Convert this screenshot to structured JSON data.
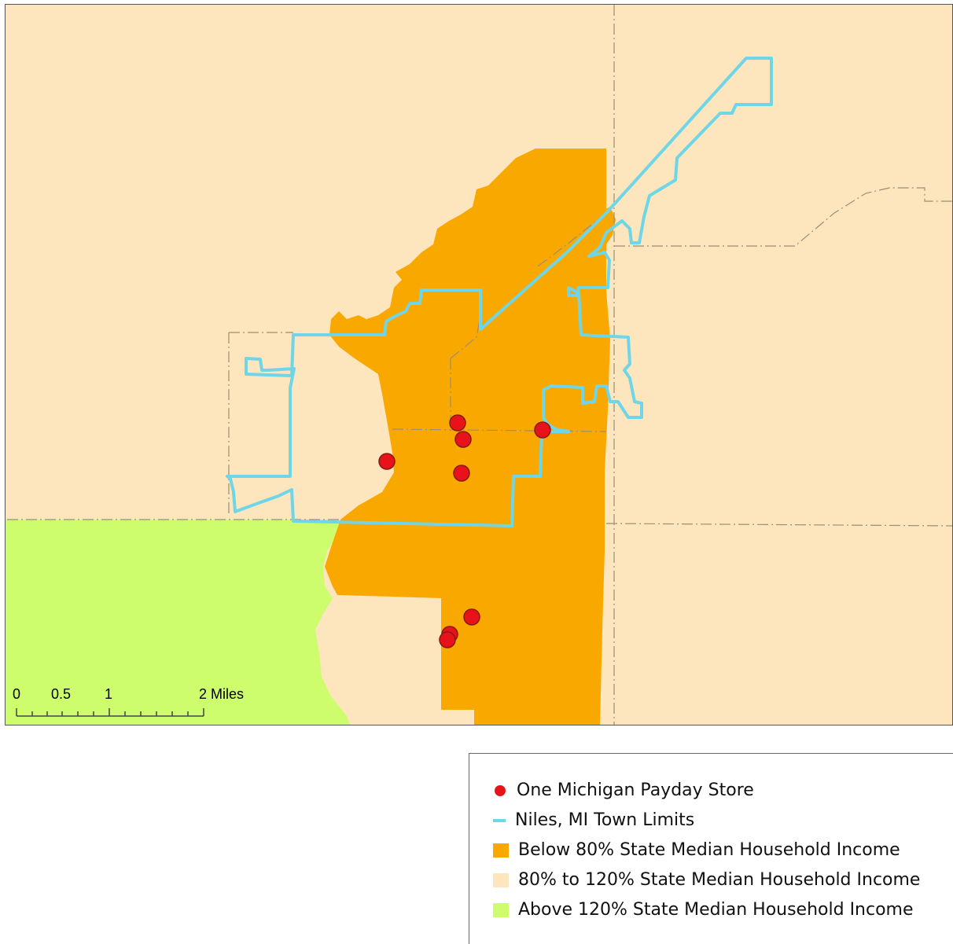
{
  "map": {
    "scale_bar": {
      "labels": [
        "0",
        "0.5",
        "1",
        "2 Miles"
      ]
    },
    "colors": {
      "below_80": "#f9a800",
      "mid_80_120": "#fde5bd",
      "above_120": "#cdfd6c",
      "town_limits": "#6fd6e8",
      "store": "#e8131a"
    },
    "store_count": 8
  },
  "legend": {
    "items": [
      {
        "label": "One Michigan Payday Store",
        "symbol": "dot",
        "color": "#e8131a"
      },
      {
        "label": "Niles, MI Town Limits",
        "symbol": "line",
        "color": "#6fd6e8"
      },
      {
        "label": "Below 80% State Median Household Income",
        "symbol": "box",
        "color": "#f9a800"
      },
      {
        "label": "80% to 120% State Median Household Income",
        "symbol": "box",
        "color": "#fde5bd"
      },
      {
        "label": "Above 120% State Median Household Income",
        "symbol": "box",
        "color": "#cdfd6c"
      }
    ]
  }
}
